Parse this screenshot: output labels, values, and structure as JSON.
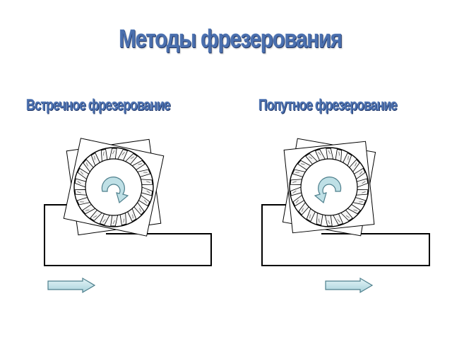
{
  "title": "Методы фрезерования",
  "methods": [
    {
      "label": "Встречное фрезерование",
      "rotation": "clockwise"
    },
    {
      "label": "Попутное фрезерование",
      "rotation": "counterclockwise"
    }
  ],
  "colors": {
    "heading": "#4a6fae",
    "arrow_fill": "#bfe0e6",
    "arrow_stroke": "#4e7f8c",
    "line": "#000000"
  }
}
